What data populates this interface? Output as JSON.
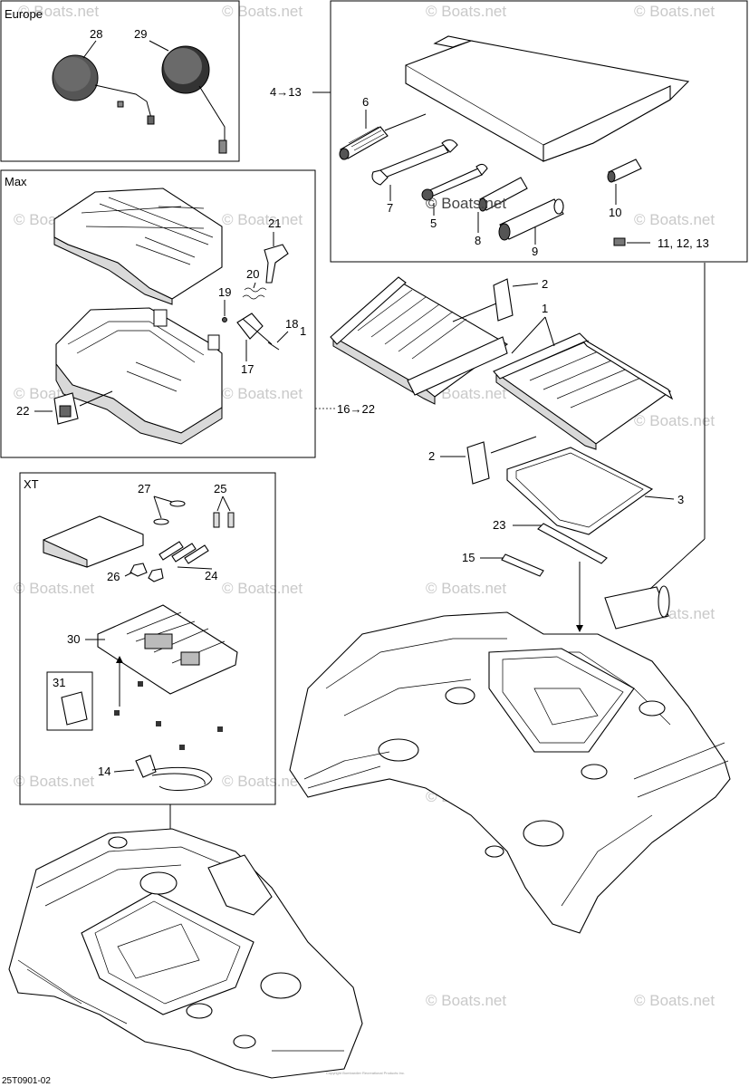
{
  "sections": {
    "europe": "Europe",
    "max": "Max",
    "xt": "XT"
  },
  "labels": {
    "l28": "28",
    "l29": "29",
    "l4_13": "4→13",
    "l6": "6",
    "l7": "7",
    "l5": "5",
    "l8": "8",
    "l9": "9",
    "l10": "10",
    "l11_13": "11, 12, 13",
    "l21": "21",
    "l20": "20",
    "l19": "19",
    "l18": "18",
    "l1b": "1",
    "l17": "17",
    "l22": "22",
    "l16_22": "16→22",
    "l2a": "2",
    "l1a": "1",
    "l2b": "2",
    "l3": "3",
    "l23": "23",
    "l15": "15",
    "l27": "27",
    "l25": "25",
    "l24": "24",
    "l26": "26",
    "l30": "30",
    "l31": "31",
    "l14": "14"
  },
  "watermark": "© Boats.net",
  "watermark_center": "© Boats.net",
  "diagram_code": "25T0901-02",
  "copyright_tiny": "Copyright Bombardier Recreational Products Inc."
}
